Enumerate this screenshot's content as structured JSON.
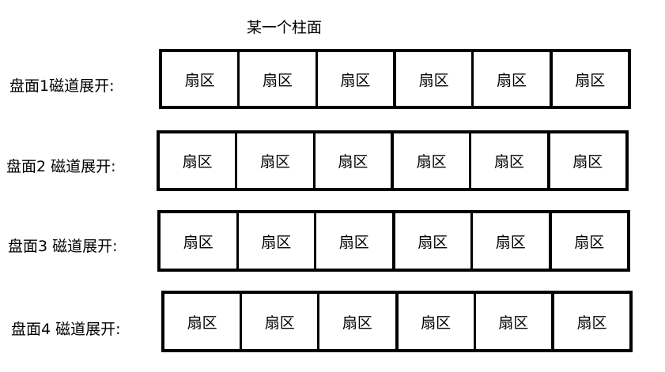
{
  "title": "某一个柱面",
  "tracks": [
    {
      "label": "盘面1磁道展开:",
      "sectors": [
        "扇区",
        "扇区",
        "扇区",
        "扇区",
        "扇区",
        "扇区"
      ]
    },
    {
      "label": "盘面2 磁道展开:",
      "sectors": [
        "扇区",
        "扇区",
        "扇区",
        "扇区",
        "扇区",
        "扇区"
      ]
    },
    {
      "label": "盘面3 磁道展开:",
      "sectors": [
        "扇区",
        "扇区",
        "扇区",
        "扇区",
        "扇区",
        "扇区"
      ]
    },
    {
      "label": "盘面4 磁道展开:",
      "sectors": [
        "扇区",
        "扇区",
        "扇区",
        "扇区",
        "扇区",
        "扇区"
      ]
    }
  ]
}
